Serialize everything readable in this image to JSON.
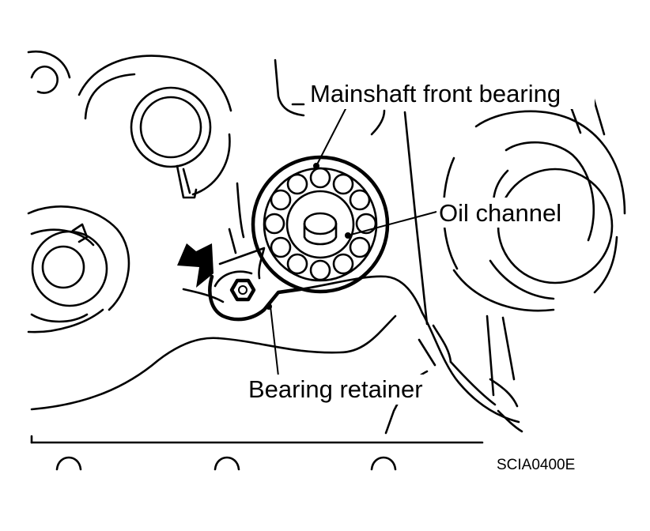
{
  "labels": {
    "mainshaft_front_bearing": "Mainshaft front bearing",
    "oil_channel": "Oil channel",
    "bearing_retainer": "Bearing retainer"
  },
  "figure_code": "SCIA0400E",
  "colors": {
    "ink": "#000000",
    "paper": "#ffffff"
  }
}
